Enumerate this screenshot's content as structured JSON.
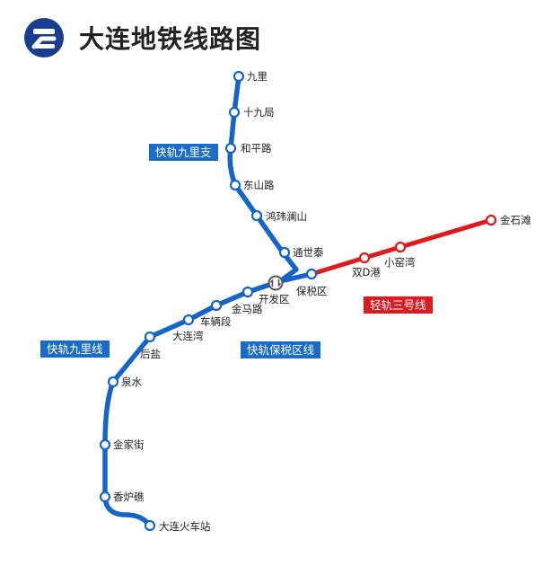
{
  "title": "大连地铁线路图",
  "logo_icon": "dalian-metro-logo-icon",
  "interchange_icon": "interchange-icon",
  "colors": {
    "blue_line": "#1565c8",
    "red_line": "#e0191e",
    "label_blue": "#1a6cc9",
    "label_red": "#de1a1f"
  },
  "line_labels": {
    "jiuli_branch": "快轨九里支",
    "jiuli_line": "快轨九里线",
    "baoshuiqu_line": "快轨保税区线",
    "light_rail_3": "轻轨三号线"
  },
  "stations": {
    "jiuli": "九里",
    "shijiuju": "十九局",
    "hepinglu": "和平路",
    "dongshanlu": "东山路",
    "huiweilanshan": "鸿玮澜山",
    "tongshitai": "通世泰",
    "kaifaqu": "开发区",
    "baoshuiqu": "保税区",
    "jinmalu": "金马路",
    "cheliangduan": "车辆段",
    "dalianwan": "大连湾",
    "houyan": "后盐",
    "quanshui": "泉水",
    "jinjiajie": "金家街",
    "xianglujiao": "香炉礁",
    "dalian_railway_station": "大连火车站",
    "shuangdgang": "双D港",
    "xiaoyaowan": "小窑湾",
    "jinshitan": "金石滩"
  }
}
